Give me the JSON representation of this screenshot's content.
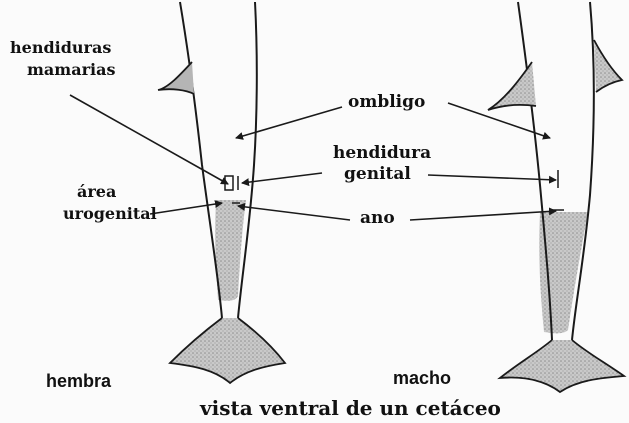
{
  "labels": {
    "hendiduras_mamarias_line1": "hendiduras",
    "hendiduras_mamarias_line2": "mamarias",
    "ombligo": "ombligo",
    "hendidura_genital_line1": "hendidura",
    "hendidura_genital_line2": "genital",
    "area_urogenital_line1": "área",
    "area_urogenital_line2": "urogenital",
    "ano": "ano",
    "hembra": "hembra",
    "macho": "macho"
  },
  "caption": "vista ventral de un cetáceo",
  "colors": {
    "ink": "#1a1a1a",
    "shading": "#a8a8a8",
    "background": "#fbfbfb"
  }
}
